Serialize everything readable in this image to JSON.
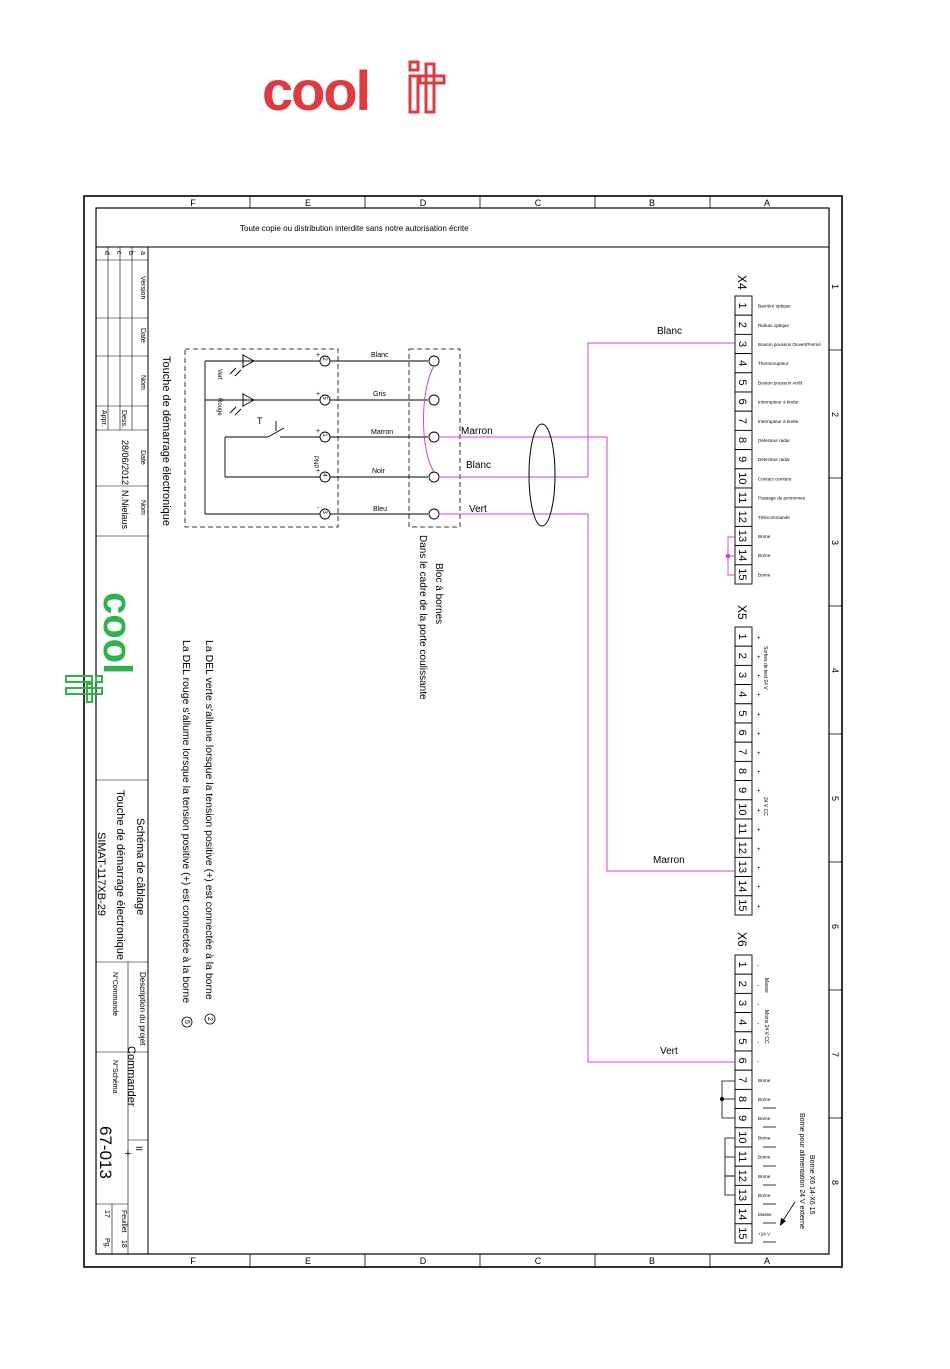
{
  "logo": {
    "text_left": "cool",
    "text_right": "it",
    "color": "#e0393e"
  },
  "header": {
    "copyright_notice": "Toute copie ou distribution interdite sans notre autorisation écrite"
  },
  "frame": {
    "columns": [
      "F",
      "E",
      "D",
      "C",
      "B",
      "A"
    ],
    "rows": [
      "1",
      "2",
      "3",
      "4",
      "5",
      "6",
      "7",
      "8"
    ]
  },
  "title_block": {
    "rev_letters": [
      "a",
      "b",
      "c",
      "d"
    ],
    "col_version": "Version",
    "col_date": "Date",
    "col_name": "Nom",
    "row_drawn": "Dess.",
    "row_approved": "Appr.",
    "drawn_date": "28/06/2012",
    "drawn_by": "N.Nielaus",
    "logo_left": "cool",
    "logo_right": "it",
    "logo_green": "#2db34a",
    "title_1": "Schéma de câblage",
    "title_2": "Touche de démarrage électronique",
    "title_3": "SIMAT-117XB-29",
    "project_label": "Description du projet",
    "project_value": "Commander",
    "order_label": "N°Commande",
    "scheme_label": "N°Schéma",
    "scheme_number": "67-013",
    "sheet_label": "Feuillet",
    "sheet_value": "18",
    "page_label": "Pg.",
    "page_value": "17",
    "rev_mark": "II"
  },
  "button_module": {
    "title": "Touche de démarrage électronique",
    "led_green": "Vert",
    "led_red": "Rouge",
    "switch_label": "T",
    "pnp": "PNP",
    "terminals": [
      "2",
      "5",
      "1",
      "4",
      "3"
    ],
    "plus": "+",
    "minus": "-",
    "wires": [
      "Blanc",
      "Gris",
      "Marron",
      "Noir",
      "Bleu"
    ]
  },
  "terminal_block": {
    "title_1": "Bloc à bornes",
    "title_2": "Dans le cadre de la porte coulissante"
  },
  "cable": {
    "wire_1": "Marron",
    "wire_2": "Blanc",
    "wire_3": "Vert"
  },
  "cable_runs": {
    "to_x4": "Blanc",
    "to_x5": "Marron",
    "to_x6": "Vert"
  },
  "wire_color": "#d63fd0",
  "notes": {
    "note_1": "La DEL verte s'allume lorsque la tension positive (+) est connectée à la borne",
    "note_1_terminal": "2",
    "note_2": "La DEL rouge s'allume lorsque la tension positive (+) est connectée à la borne",
    "note_2_terminal": "5"
  },
  "x4": {
    "title": "X4",
    "numbers": [
      "1",
      "2",
      "3",
      "4",
      "5",
      "6",
      "7",
      "8",
      "9",
      "10",
      "11",
      "12",
      "13",
      "14",
      "15"
    ],
    "labels": [
      "Barrière optique",
      "Rideau optique",
      "Bouton poussoir Ouvert/Fermé",
      "Thermorupteur",
      "Bouton poussoir Arrêt",
      "Interrupteur à tirette",
      "Interrupteur à tirette",
      "Détecteur radar",
      "Détecteur radar",
      "Contact ceinture",
      "Passage de personnes",
      "Télécommande",
      "Borne",
      "Borne",
      "Borne"
    ]
  },
  "x5": {
    "title": "X5",
    "numbers": [
      "1",
      "2",
      "3",
      "4",
      "5",
      "6",
      "7",
      "8",
      "9",
      "10",
      "11",
      "12",
      "13",
      "14",
      "15"
    ],
    "marks": [
      "+",
      "+",
      "+",
      "+",
      "+",
      "+",
      "+",
      "+",
      "+",
      "+",
      "+",
      "+",
      "+",
      "+",
      "+"
    ],
    "group_1": "Sorties de test 24 V",
    "group_2": "24 V CC"
  },
  "x6": {
    "title": "X6",
    "numbers": [
      "1",
      "2",
      "3",
      "4",
      "5",
      "6",
      "7",
      "8",
      "9",
      "10",
      "11",
      "12",
      "13",
      "14",
      "15"
    ],
    "marks_top": [
      "-",
      "-",
      "-",
      "-",
      "-",
      "-"
    ],
    "group_1": "Masse",
    "group_2": "Moins 24 V CC",
    "labels_bottom": [
      "Borne",
      "Borne",
      "Borne",
      "Borne",
      "Borne",
      "Borne",
      "Borne",
      "Masse",
      "+24 V"
    ],
    "supply_note_1": "Borne X6 14-X6 15",
    "supply_note_2": "Borne pour alimentation 24 V externe"
  }
}
